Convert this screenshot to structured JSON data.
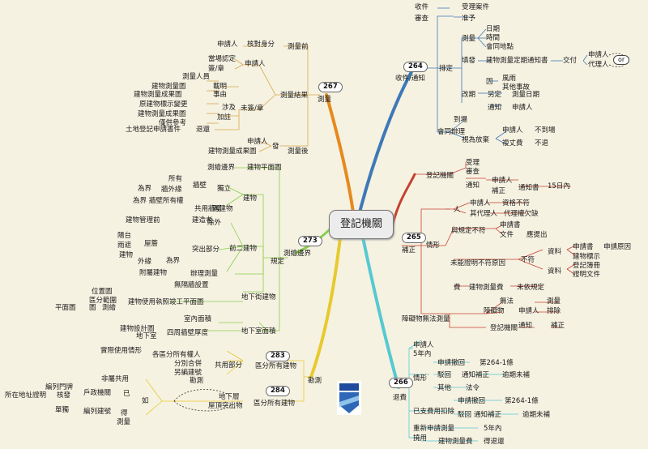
{
  "center": "登記機關",
  "numbers": {
    "n264": "264",
    "n265": "265",
    "n266": "266",
    "n267": "267",
    "n273": "273",
    "n283": "283",
    "n284": "284"
  },
  "or_label": "or",
  "colors": {
    "background": "#f6f2e2",
    "blue": "#3e79b8",
    "red": "#c7402f",
    "teal": "#56c9d1",
    "orange": "#e58a1f",
    "yellow": "#e8c92e",
    "green": "#86cf4a",
    "line_grey": "#d8b06a"
  },
  "labels": [
    "收件",
    "受理案件",
    "審查",
    "准予",
    "測量",
    "日期",
    "時間",
    "會同地點",
    "排定",
    "填發",
    "建物測量定期通知書",
    "交付",
    "申請人",
    "代理人",
    "收件/通知",
    "因",
    "風雨",
    "其他事故",
    "改期",
    "另定",
    "測量日期",
    "通知",
    "申請人",
    "會同辦理",
    "到場",
    "申請人",
    "不到場",
    "視為放棄",
    "複丈費",
    "不退",
    "受理",
    "審查",
    "登記機關",
    "通知",
    "申請人",
    "補正",
    "通知書",
    "15日內",
    "申請人",
    "資格不符",
    "其代理人",
    "代理權欠缺",
    "人",
    "申請書",
    "與規定不符",
    "文件",
    "應提出",
    "情形",
    "資料",
    "申請書",
    "申請原因",
    "未能證明不符原因",
    "不符",
    "建物標示",
    "資料",
    "登記簿冊",
    "證明文件",
    "費",
    "建物測量費",
    "未依規定",
    "補正",
    "無法",
    "測量",
    "障礙物",
    "申請人",
    "排除",
    "障礙物無法測量",
    "登記機關",
    "通知",
    "補正",
    "申請人",
    "5年內",
    "申請撤回",
    "第264-1條",
    "駁回",
    "通知補正",
    "逾期未補",
    "情形",
    "其他",
    "法令",
    "退費",
    "已支費用扣除",
    "申請撤回",
    "第264-1條",
    "駁回",
    "通知補正",
    "逾期未補",
    "重新申請測量",
    "5年內",
    "建物測量費",
    "得退還",
    "撓用",
    "申請人",
    "核對身分",
    "測量前",
    "當場認定",
    "簽/章",
    "申請人",
    "測量人員",
    "建物測量圖",
    "載明",
    "建物測量成果圖",
    "事由",
    "原建物標示變更",
    "涉及",
    "建物測量成果圖",
    "加註",
    "僅供參考",
    "未簽/章",
    "土地登記申請書件",
    "退還",
    "測量結果",
    "測量",
    "申請人",
    "發",
    "建物測量成果圖",
    "測量後",
    "測繪邊界",
    "建物平面圖",
    "所有",
    "牆壁",
    "為界",
    "牆外緣",
    "獨立",
    "建物",
    "共用牆壁",
    "為界",
    "牆壁所有權",
    "兩建物",
    "建造者",
    "除外",
    "建物管理前",
    "陽台",
    "屋簷",
    "突出部分",
    "雨遮",
    "建物",
    "前二建物",
    "外緣",
    "為界",
    "測繪邊界",
    "附屬建物",
    "辦理測量",
    "規定",
    "無隔牆設置",
    "建物使用執照竣工平面圖",
    "地下街建物",
    "位置圖",
    "區分範圍",
    "測繪",
    "圖",
    "平面圖",
    "室內面積",
    "建物設計圖",
    "四周牆壁厚度",
    "地下室",
    "地下室面積",
    "實際使用情形",
    "各區分所有權人",
    "分別合併",
    "另編建號",
    "勘測",
    "共用部分",
    "區分所有建物",
    "非屬共用",
    "編列門牌",
    "所在地址證明",
    "戶政機關",
    "核發",
    "已",
    "如",
    "單獨",
    "編列建號",
    "得",
    "測量",
    "地下層",
    "屋頂突出物",
    "區分所有建物",
    "勘測"
  ]
}
